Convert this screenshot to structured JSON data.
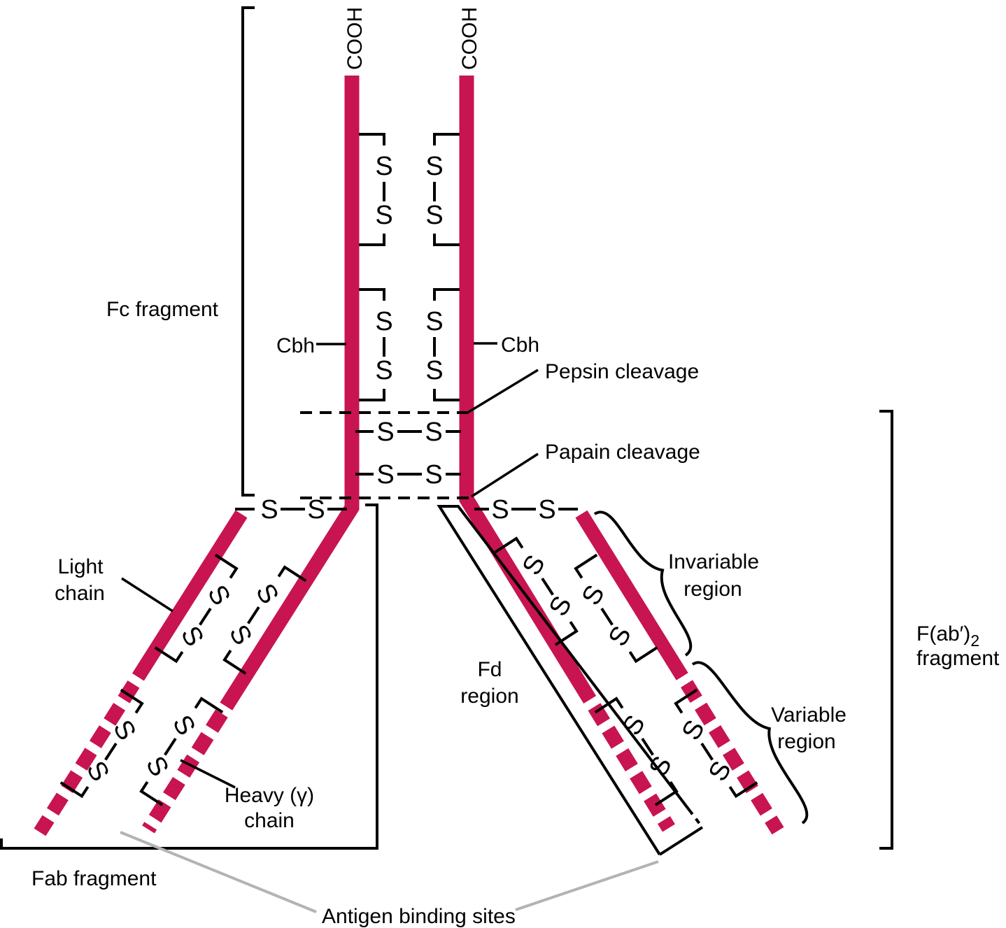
{
  "labels": {
    "s": "S",
    "cooh": "COOH",
    "fc_fragment": "Fc fragment",
    "cbh": "Cbh",
    "pepsin_cleavage": "Pepsin cleavage",
    "papain_cleavage": "Papain cleavage",
    "light_chain_line1": "Light",
    "light_chain_line2": "chain",
    "heavy_chain_line1": "Heavy (γ)",
    "heavy_chain_line2": "chain",
    "fab_fragment": "Fab fragment",
    "fd_region_line1": "Fd",
    "fd_region_line2": "region",
    "invariable_line1": "Invariable",
    "invariable_line2": "region",
    "variable_line1": "Variable",
    "variable_line2": "region",
    "fab2_main": "F(ab′)",
    "fab2_sub": "2",
    "fab2_line2": "fragment",
    "antigen_binding_sites": "Antigen binding sites"
  },
  "colors": {
    "chain": "#c81450",
    "line": "#000000",
    "leader_gray": "#b3b3b3",
    "background": "#ffffff"
  }
}
